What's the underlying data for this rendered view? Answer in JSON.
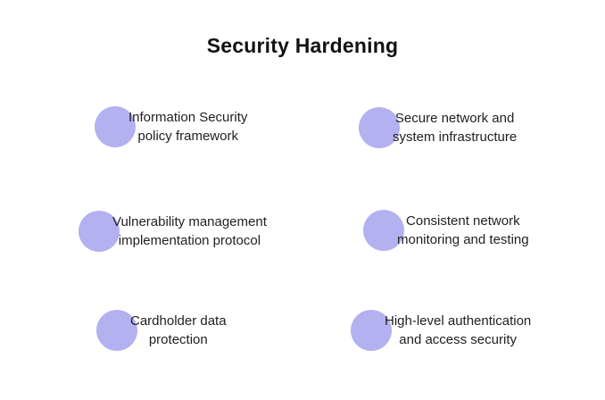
{
  "title": "Security Hardening",
  "colors": {
    "bullet": "#b3b1f0",
    "text": "#1f1f1f",
    "background": "#ffffff"
  },
  "items": [
    {
      "line1": "Information Security",
      "line2": "policy framework"
    },
    {
      "line1": "Secure network and",
      "line2": "system infrastructure"
    },
    {
      "line1": "Vulnerability management",
      "line2": "implementation protocol"
    },
    {
      "line1": "Consistent network",
      "line2": "monitoring and testing"
    },
    {
      "line1": "Cardholder data",
      "line2": "protection"
    },
    {
      "line1": "High-level authentication",
      "line2": "and access security"
    }
  ]
}
